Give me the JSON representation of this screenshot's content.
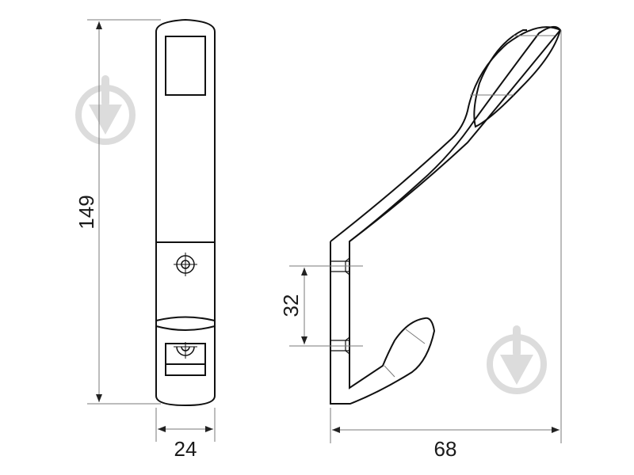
{
  "drawing": {
    "title": "Coat hook technical drawing",
    "views": [
      "front-view",
      "side-view"
    ],
    "colors": {
      "outline": "#111111",
      "dimension_line": "#7a7a7a",
      "arrow": "#222222",
      "watermark": "#d9d9d9"
    }
  },
  "dimensions": {
    "height": {
      "value": "149",
      "unit": "mm"
    },
    "width_front": {
      "value": "24",
      "unit": "mm"
    },
    "hole_spacing": {
      "value": "32",
      "unit": "mm"
    },
    "depth": {
      "value": "68",
      "unit": "mm"
    }
  },
  "watermarks": [
    {
      "icon": "trowel-logo-icon",
      "position": "left"
    },
    {
      "icon": "trowel-logo-icon",
      "position": "right"
    }
  ]
}
